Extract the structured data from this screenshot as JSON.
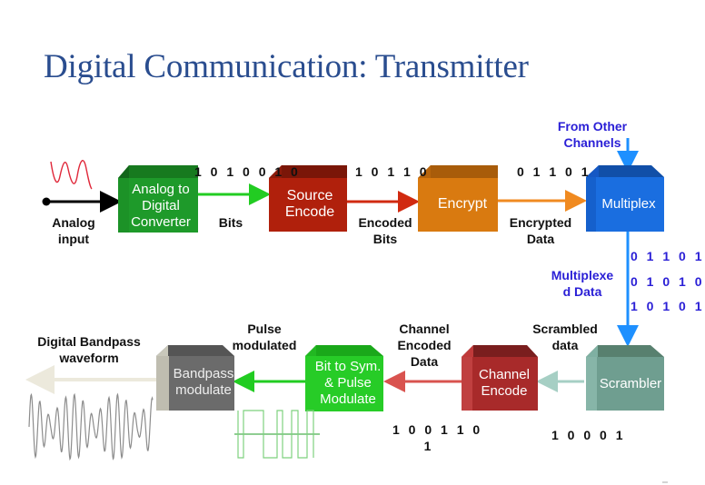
{
  "title": "Digital Communication: Transmitter",
  "colors": {
    "title": "#2a4d8f",
    "label_blue": "#2a1fd6",
    "adc": "#1f9a2a",
    "source_encode": "#b0200c",
    "encrypt": "#d97a10",
    "multiplex": "#1a6ee0",
    "scrambler": "#6f9e90",
    "channel_encode": "#a82a2a",
    "pulse_modulate": "#27cc27",
    "bandpass": "#6b6b6b"
  },
  "blocks": {
    "adc": "Analog to\nDigital\nConverter",
    "source_encode": "Source\nEncode",
    "encrypt": "Encrypt",
    "multiplex": "Multiplex",
    "scrambler": "Scrambler",
    "channel_encode": "Channel\nEncode",
    "pulse_modulate": "Bit to Sym.\n& Pulse\nModulate",
    "bandpass": "Bandpass\nmodulate"
  },
  "labels": {
    "analog_input": "Analog\ninput",
    "bits": "Bits",
    "encoded_bits": "Encoded\nBits",
    "encrypted_data": "Encrypted\nData",
    "from_other_channels": "From Other\nChannels",
    "multiplexed_data": "Multiplexe\nd Data",
    "scrambled_data": "Scrambled\ndata",
    "channel_encoded_data": "Channel\nEncoded\nData",
    "pulse_modulated": "Pulse\nmodulated",
    "digital_bandpass_waveform": "Digital Bandpass\nwaveform"
  },
  "bitstreams": {
    "adc_out": "1 0 1 0 0 1 0",
    "source_out": "1 0 1 1 0",
    "encrypt_out": "0 1 1 0 1",
    "mux_out": [
      "0 1 1 0 1",
      "0 1 0 1 0",
      "1 0 1 0 1"
    ],
    "scrambler_out": "1 0 0 0 1",
    "channel_out": "1 0 0 1 1 0\n1"
  }
}
